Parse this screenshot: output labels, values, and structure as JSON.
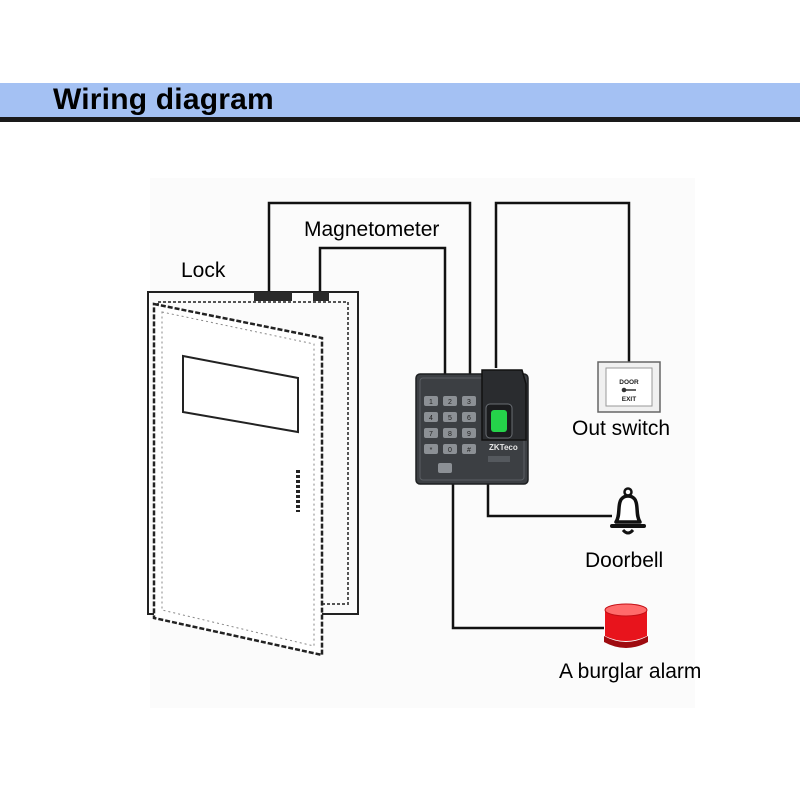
{
  "header": {
    "title": "Wiring diagram"
  },
  "labels": {
    "lock": "Lock",
    "magnetometer": "Magnetometer",
    "out_switch": "Out switch",
    "doorbell": "Doorbell",
    "burglar_alarm": "A burglar alarm"
  },
  "device": {
    "brand_text": "ZKTeco",
    "keypad_keys": [
      "1",
      "2",
      "3",
      "4",
      "5",
      "6",
      "7",
      "8",
      "9",
      "*",
      "0",
      "#"
    ]
  },
  "exit_button": {
    "line1": "DOOR",
    "line2": "EXIT"
  },
  "colors": {
    "header_band": "#a4c1f3",
    "alarm_red": "#e8141c",
    "device_body": "#3c3f43",
    "wire": "#111111"
  }
}
